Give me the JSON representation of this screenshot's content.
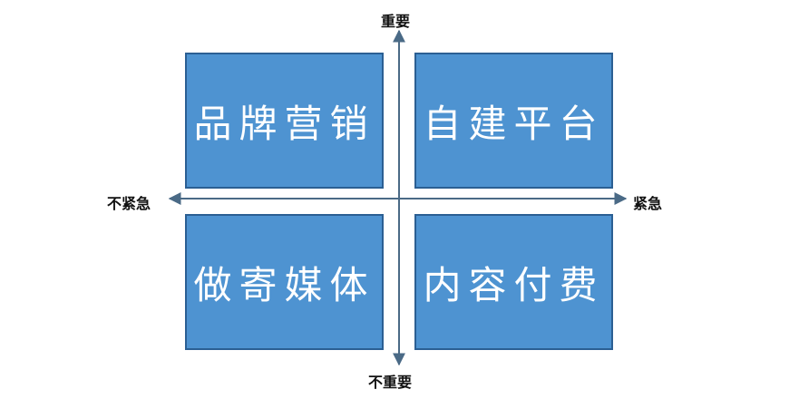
{
  "axes": {
    "top": "重要",
    "bottom": "不重要",
    "left": "不紧急",
    "right": "紧急"
  },
  "quadrants": {
    "top_left": "品牌营销",
    "top_right": "自建平台",
    "bottom_left": "做寄媒体",
    "bottom_right": "内容付费"
  },
  "colors": {
    "box_fill": "#4e93d1",
    "box_border": "#2b5f93",
    "axis": "#4a6a86",
    "box_text": "#ffffff"
  }
}
